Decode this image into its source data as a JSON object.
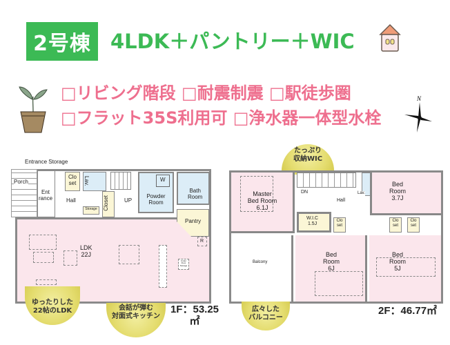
{
  "header": {
    "building_badge": "2号棟",
    "layout_title": "4LDK＋パントリー＋WIC",
    "house_icon": "house-icon"
  },
  "features": {
    "line1": "□リビング階段 □耐震制震 □駅徒歩圏",
    "line2": "□フラット35S利用可 □浄水器一体型水栓",
    "plant_icon": "plant-icon",
    "compass_label": "N"
  },
  "colors": {
    "brand_green": "#3cba55",
    "feature_pink": "#ee6f8e",
    "room_pink": "#fbe6ec",
    "wet_blue": "#dcedf7",
    "storage_cream": "#fbf6d6",
    "bubble_yellow": "#e4dc6e"
  },
  "floor1": {
    "entrance_storage": "Entrance Storage",
    "porch": "Porch",
    "entrance": "Ent\nrance",
    "closet_small": "Clo\nset",
    "lav": "Lav.",
    "hall": "Hall",
    "storage": "Storage",
    "closet": "Closet",
    "up": "UP",
    "powder_room": "Powder\nRoom",
    "washer": "W",
    "bath_room": "Bath\nRoom",
    "pantry": "Pantry",
    "ldk": "LDK\n22J",
    "fridge": "R",
    "under_floor": "Under\nFloor\nStorage",
    "area": "1F：53.25㎡",
    "bubble_ldk": "ゆったりした\n22帖のLDK",
    "bubble_kitchen": "会話が弾む\n対面式キッチン"
  },
  "floor2": {
    "master": "Master\nBed Room\n6.1J",
    "dn": "DN",
    "hall": "Hall",
    "lav": "Lav.",
    "bed1": "Bed\nRoom\n3.7J",
    "wic": "W.I.C\n1.5J",
    "closet": "Clo\nset",
    "balcony": "Balcony",
    "bed2": "Bed\nRoom\n6J",
    "bed3": "Bed\nRoom\n5J",
    "area": "2F：46.77㎡",
    "bubble_wic": "たっぷり\n収納WIC",
    "bubble_balcony": "広々した\nバルコニー"
  }
}
